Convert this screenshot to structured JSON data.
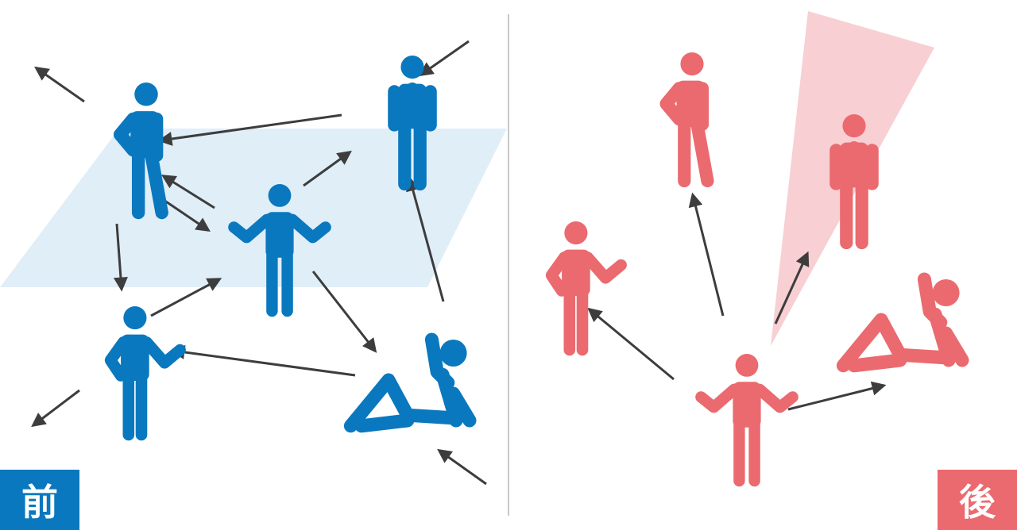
{
  "labels": {
    "before": "前",
    "after": "後"
  },
  "colors": {
    "before_figures": "#0a78be",
    "after_figures": "#ea6a6f",
    "plane": "#e0eef8",
    "cone": "#f8cfd3",
    "arrows": "#3d3d3d",
    "divider": "#c8c8c8"
  },
  "panels": {
    "before": {
      "figures": [
        {
          "id": "hand-on-hip",
          "pose": "hip"
        },
        {
          "id": "standing",
          "pose": "stand"
        },
        {
          "id": "shrugging",
          "pose": "shrug"
        },
        {
          "id": "waving",
          "pose": "wave"
        },
        {
          "id": "reclining",
          "pose": "recline"
        }
      ]
    },
    "after": {
      "figures": [
        {
          "id": "hand-on-hip",
          "pose": "hip"
        },
        {
          "id": "standing",
          "pose": "stand"
        },
        {
          "id": "waving",
          "pose": "wave"
        },
        {
          "id": "reclining",
          "pose": "recline"
        },
        {
          "id": "shrugging",
          "pose": "shrug"
        }
      ]
    }
  }
}
